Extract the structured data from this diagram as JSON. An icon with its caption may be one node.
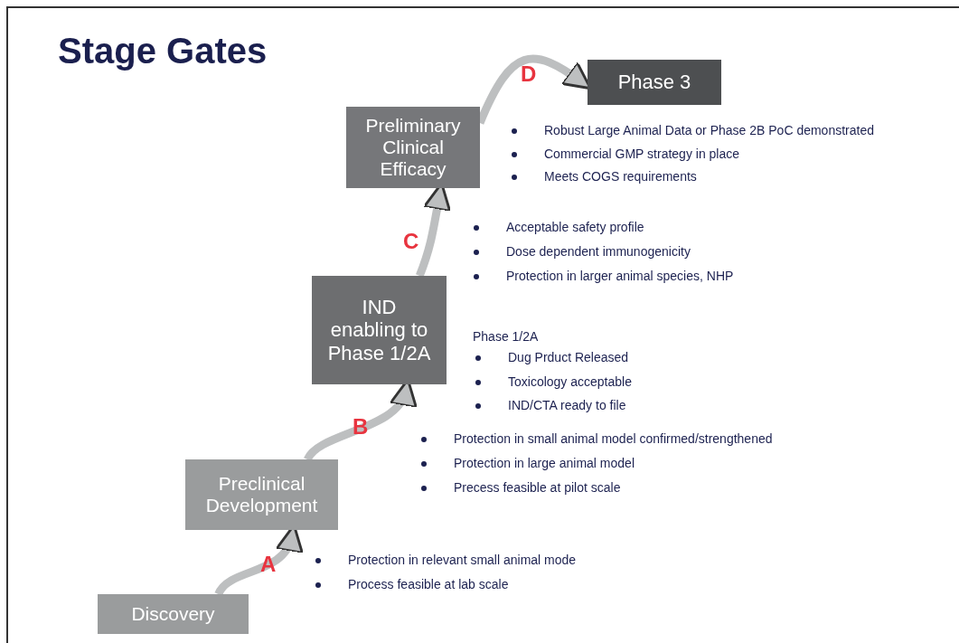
{
  "diagram": {
    "title": "Stage Gates",
    "nodes": [
      {
        "text": [
          "Discovery"
        ]
      },
      {
        "text": [
          "Preclinical Development"
        ]
      },
      {
        "text": [
          "IND enabling to Phase 1/2A"
        ]
      },
      {
        "text": [
          "Preliminary Clinical Efficacy"
        ]
      },
      {
        "text": [
          "Phase 3"
        ]
      }
    ],
    "edges": [
      {
        "from": 0,
        "to": 1,
        "arrow": "to",
        "label": "A"
      },
      {
        "from": 1,
        "to": 2,
        "arrow": "to",
        "label": "B"
      },
      {
        "from": 2,
        "to": 3,
        "arrow": "to",
        "label": "C"
      },
      {
        "from": 3,
        "to": 4,
        "arrow": "to",
        "label": "D"
      }
    ],
    "labels": [
      "Robust Large Animal Data or Phase 2B PoC demonstrated",
      "Commercial GMP strategy in place",
      "Meets COGS requirements",
      "Acceptable safety profile",
      "Dose dependent immunogenicity",
      "Protection in larger animal species, NHP",
      "Phase 1/2A",
      "Dug Prduct Released",
      "Toxicology acceptable",
      "IND/CTA ready to file",
      "Protection in small animal model confirmed/strengthened",
      "Protection in large animal model",
      "Precess feasible at pilot scale",
      "Protection in relevant small animal mode",
      "Process feasible at lab scale"
    ]
  }
}
